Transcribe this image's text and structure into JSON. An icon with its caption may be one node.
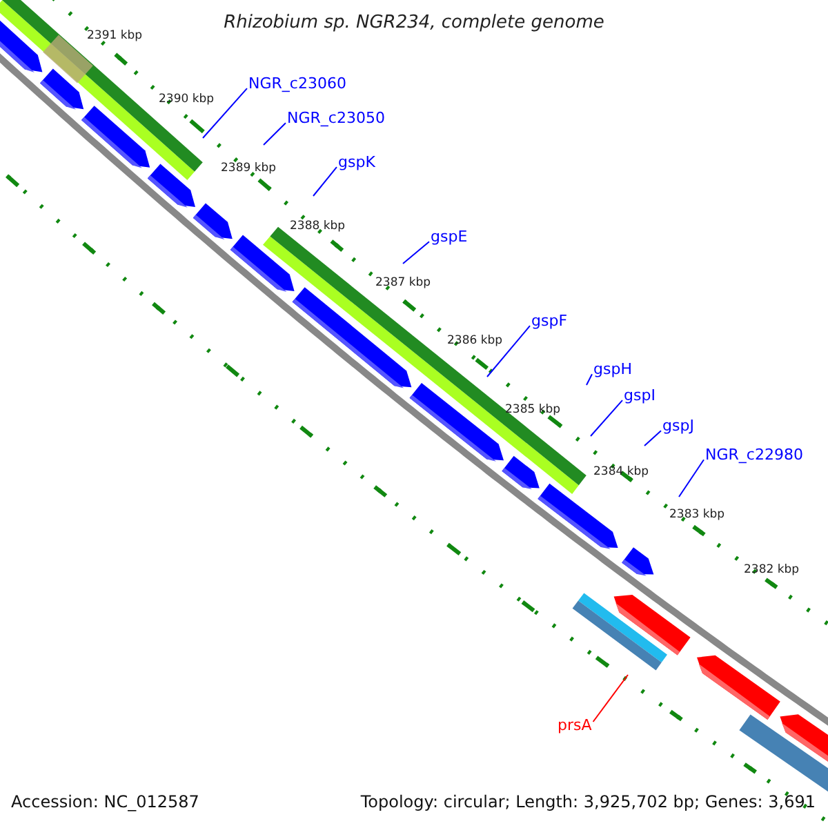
{
  "diagram": {
    "title": "Rhizobium sp. NGR234, complete genome",
    "nodes": [
      {
        "text": [
          "NGR_c23060"
        ]
      },
      {
        "text": [
          "NGR_c23050"
        ]
      },
      {
        "text": [
          "gspK"
        ]
      },
      {
        "text": [
          "gspE"
        ]
      },
      {
        "text": [
          "gspF"
        ]
      },
      {
        "text": [
          "gspH"
        ]
      },
      {
        "text": [
          "gspI"
        ]
      },
      {
        "text": [
          "gspJ"
        ]
      },
      {
        "text": [
          "NGR_c22980"
        ]
      },
      {
        "text": [
          "prsA"
        ]
      }
    ],
    "edges": [
      {
        "from": 0,
        "to": null,
        "arrow": "none"
      },
      {
        "from": 1,
        "to": null,
        "arrow": "none"
      },
      {
        "from": 2,
        "to": null,
        "arrow": "none"
      },
      {
        "from": 3,
        "to": null,
        "arrow": "none"
      },
      {
        "from": 4,
        "to": null,
        "arrow": "none"
      },
      {
        "from": 5,
        "to": null,
        "arrow": "none"
      },
      {
        "from": 6,
        "to": null,
        "arrow": "none"
      },
      {
        "from": 7,
        "to": null,
        "arrow": "none"
      },
      {
        "from": 8,
        "to": null,
        "arrow": "none"
      },
      {
        "from": 9,
        "to": null,
        "arrow": "none",
        "color": "#ff0000"
      }
    ],
    "labels": [
      "2391 kbp",
      "2390 kbp",
      "2389 kbp",
      "2388 kbp",
      "2387 kbp",
      "2386 kbp",
      "2385 kbp",
      "2384 kbp",
      "2383 kbp",
      "2382 kbp",
      "Accession: NC_012587",
      "Topology: circular; Length: 3,925,702 bp; Genes: 3,691"
    ]
  }
}
